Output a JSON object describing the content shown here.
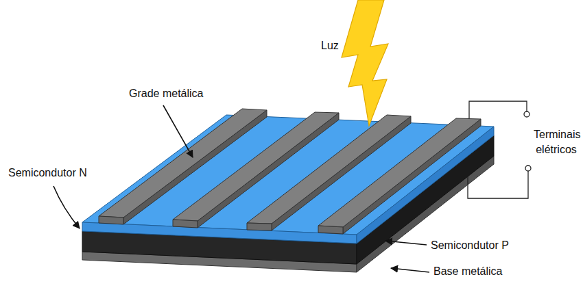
{
  "diagram": {
    "labels": [
      "Luz",
      "Grade metálica",
      "Terminais elétricos",
      "Semicondutor N",
      "Semicondutor P",
      "Base metálica"
    ]
  }
}
